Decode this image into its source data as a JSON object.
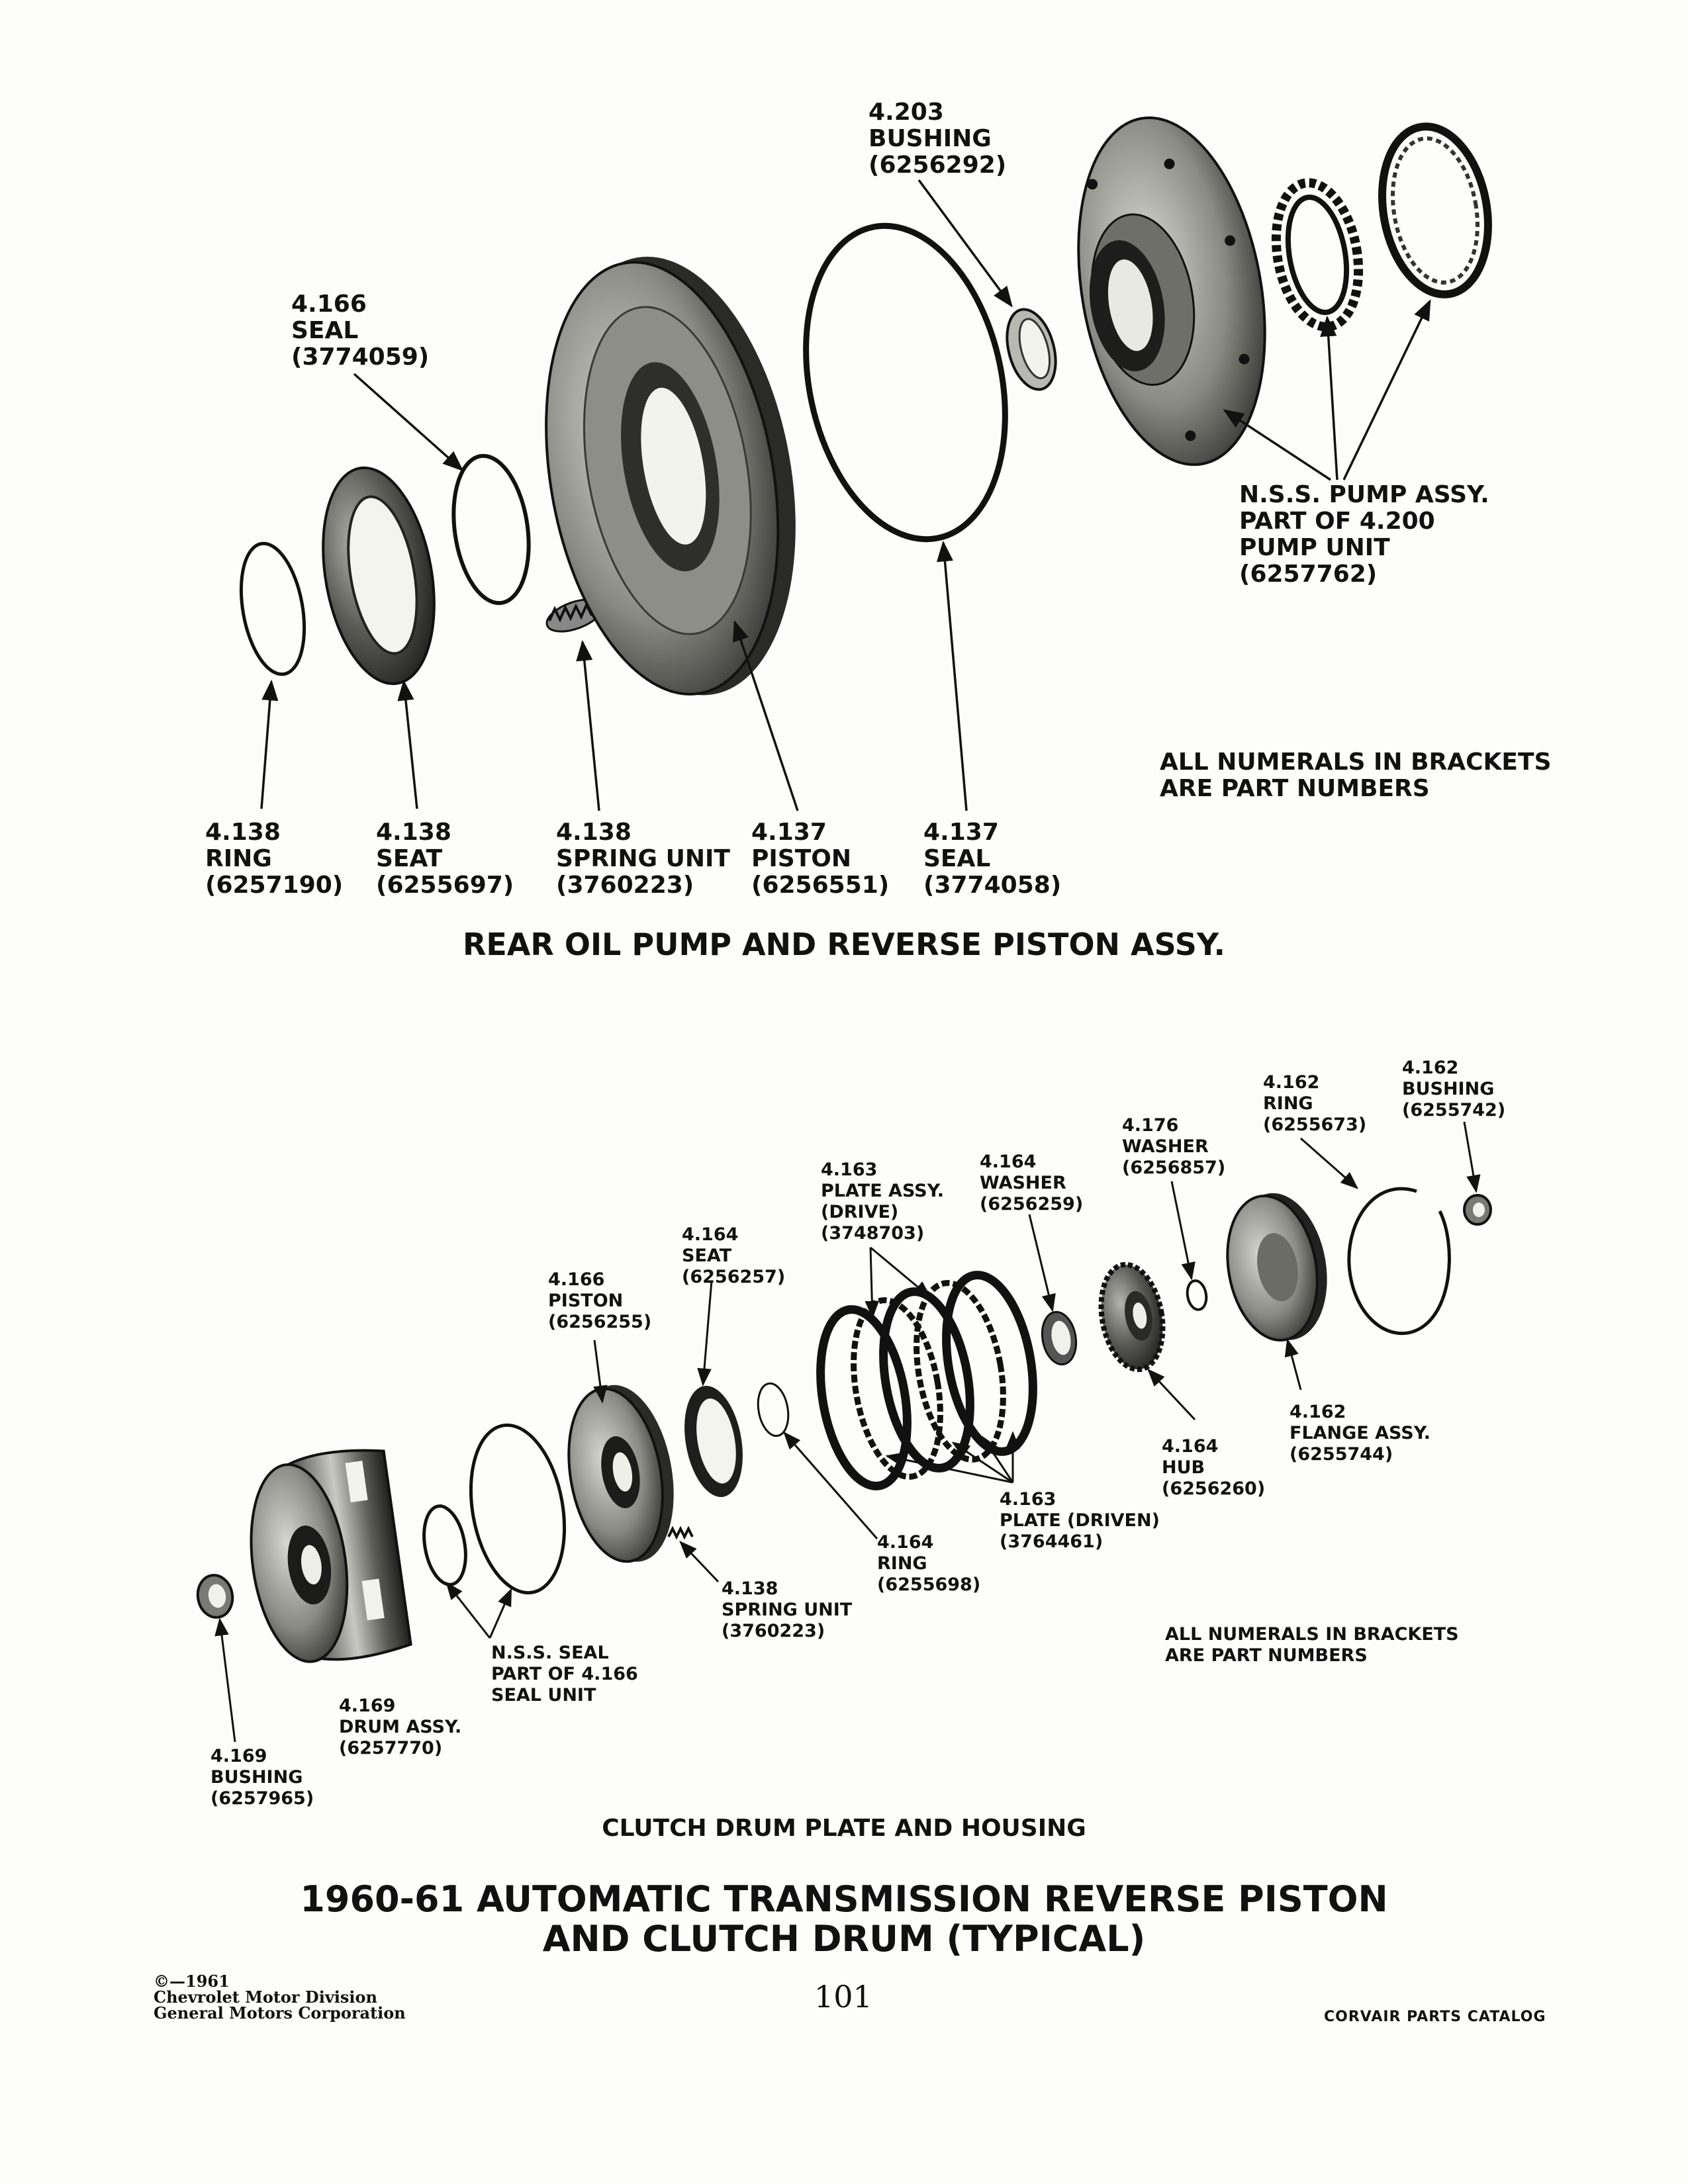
{
  "upper_diagram": {
    "title": "REAR OIL PUMP AND REVERSE PISTON ASSY.",
    "note": [
      "ALL NUMERALS IN BRACKETS",
      "ARE PART NUMBERS"
    ],
    "labels": {
      "bushing": [
        "4.203",
        "BUSHING",
        "(6256292)"
      ],
      "seal_small": [
        "4.166",
        "SEAL",
        "(3774059)"
      ],
      "pump_assy": [
        "N.S.S. PUMP ASSY.",
        "PART OF 4.200",
        "PUMP UNIT",
        "(6257762)"
      ],
      "ring": [
        "4.138",
        "RING",
        "(6257190)"
      ],
      "seat": [
        "4.138",
        "SEAT",
        "(6255697)"
      ],
      "spring_unit": [
        "4.138",
        "SPRING UNIT",
        "(3760223)"
      ],
      "piston": [
        "4.137",
        "PISTON",
        "(6256551)"
      ],
      "seal_large": [
        "4.137",
        "SEAL",
        "(3774058)"
      ]
    }
  },
  "lower_diagram": {
    "title": "CLUTCH DRUM PLATE AND HOUSING",
    "note": [
      "ALL NUMERALS IN BRACKETS",
      "ARE PART NUMBERS"
    ],
    "labels": {
      "ring_top": [
        "4.162",
        "RING",
        "(6255673)"
      ],
      "bushing_top": [
        "4.162",
        "BUSHING",
        "(6255742)"
      ],
      "washer_176": [
        "4.176",
        "WASHER",
        "(6256857)"
      ],
      "washer_164": [
        "4.164",
        "WASHER",
        "(6256259)"
      ],
      "plate_drive": [
        "4.163",
        "PLATE ASSY.",
        "(DRIVE)",
        "(3748703)"
      ],
      "seat": [
        "4.164",
        "SEAT",
        "(6256257)"
      ],
      "piston": [
        "4.166",
        "PISTON",
        "(6256255)"
      ],
      "flange": [
        "4.162",
        "FLANGE  ASSY.",
        "(6255744)"
      ],
      "hub": [
        "4.164",
        "HUB",
        "(6256260)"
      ],
      "plate_driven": [
        "4.163",
        "PLATE (DRIVEN)",
        "(3764461)"
      ],
      "ring_164": [
        "4.164",
        "RING",
        "(6255698)"
      ],
      "spring_unit": [
        "4.138",
        "SPRING UNIT",
        "(3760223)"
      ],
      "nss_seal": [
        "N.S.S. SEAL",
        "PART OF 4.166",
        "SEAL UNIT"
      ],
      "drum": [
        "4.169",
        "DRUM ASSY.",
        "(6257770)"
      ],
      "bushing_169": [
        "4.169",
        "BUSHING",
        "(6257965)"
      ]
    }
  },
  "main_title": [
    "1960-61  AUTOMATIC  TRANSMISSION  REVERSE  PISTON",
    "AND  CLUTCH  DRUM  (TYPICAL)"
  ],
  "footer": {
    "copyright": [
      "©—1961",
      "Chevrolet Motor Division",
      "General Motors Corporation"
    ],
    "page_number": "101",
    "catalog_name": "CORVAIR PARTS CATALOG"
  }
}
